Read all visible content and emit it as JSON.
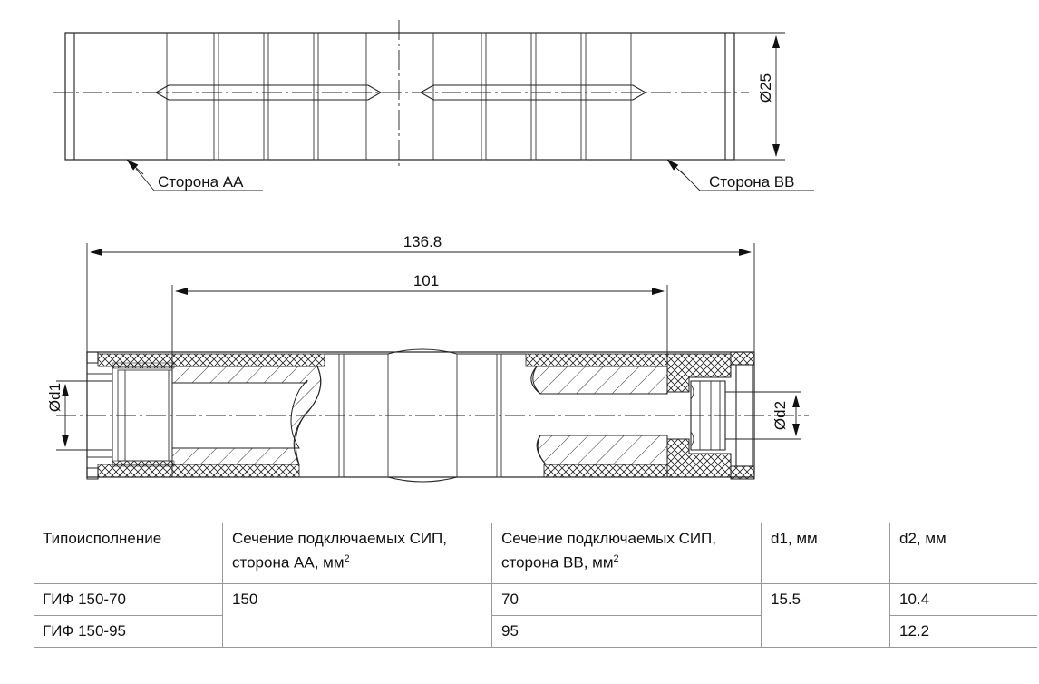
{
  "drawing": {
    "side_aa_label": "Сторона АА",
    "side_bb_label": "Сторона ВВ",
    "diameter_label": "Ø25",
    "total_length_label": "136.8",
    "inner_length_label": "101",
    "d1_label": "Ød1",
    "d2_label": "Ød2"
  },
  "table": {
    "headers": {
      "type": "Типоисполнение",
      "section_aa_line1": "Сечение подключаемых СИП,",
      "section_aa_line2": "сторона АА, мм",
      "section_bb_line1": "Сечение подключаемых СИП,",
      "section_bb_line2": "сторона ВВ, мм",
      "unit_sup": "2",
      "d1": "d1, мм",
      "d2": "d2, мм"
    },
    "rows": [
      {
        "type": "ГИФ 150-70",
        "section_aa": "150",
        "section_bb": "70",
        "d1": "15.5",
        "d2": "10.4"
      },
      {
        "type": "ГИФ 150-95",
        "section_bb": "95",
        "d2": "12.2"
      }
    ]
  }
}
